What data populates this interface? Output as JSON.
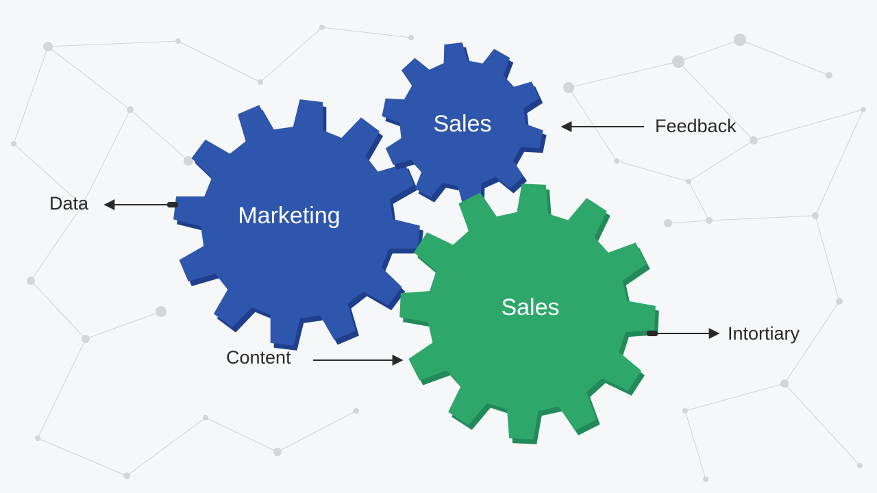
{
  "gears": [
    {
      "id": "marketing",
      "label": "Marketing",
      "color": "#2f56ad",
      "shadow": "#1f3f8c"
    },
    {
      "id": "sales-top",
      "label": "Sales",
      "color": "#2f56ad",
      "shadow": "#1f3f8c"
    },
    {
      "id": "sales-bottom",
      "label": "Sales",
      "color": "#2ea86a",
      "shadow": "#22895a"
    }
  ],
  "annotations": {
    "data": "Data",
    "feedback": "Feedback",
    "content": "Content",
    "inventory": "Intortiary"
  },
  "colors": {
    "background": "#f6f7f8",
    "arrow": "#2a2a2a",
    "network": "#cfd2d5"
  },
  "icons": {
    "background": "network-mesh-icon",
    "arrows": "arrow-icon"
  }
}
